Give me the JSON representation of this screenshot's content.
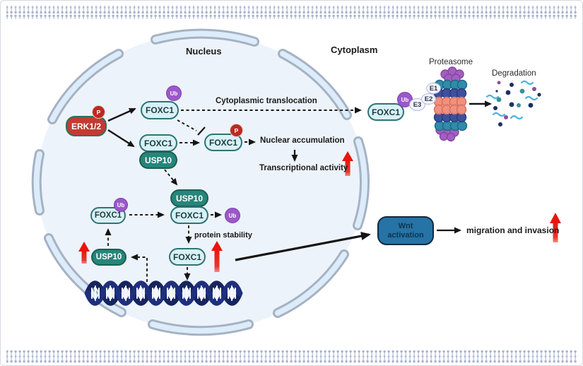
{
  "compartments": {
    "nucleus": "Nucleus",
    "cytoplasm": "Cytoplasm"
  },
  "process_labels": {
    "cytoplasmic_translocation": "Cytoplasmic translocation",
    "nuclear_accumulation": "Nuclear accumulation",
    "transcriptional_activity": "Transcriptional activity",
    "protein_stability": "protein stability",
    "migration_and_invasion": "migration and invasion",
    "proteasome": "Proteasome",
    "degradation": "Degradation"
  },
  "molecules": {
    "erk": "ERK1/2",
    "foxc1": "FOXC1",
    "usp10": "USP10",
    "ub": "Ub",
    "phospho": "P",
    "e1": "E1",
    "e2": "E2",
    "e3": "E3",
    "wnt_line1": "Wnt",
    "wnt_line2": "activation"
  },
  "colors": {
    "foxc1_fill": "#d9f0f7",
    "foxc1_border": "#2e7474",
    "usp10_fill": "#27857a",
    "erk_fill": "#c33b32",
    "ub_fill": "#9b58c9",
    "phospho_fill": "#b92b20",
    "wnt_fill": "#2673a5",
    "red_arrow": "#e8150c",
    "dna": "#1c2d74",
    "membrane": "#a8b3cf",
    "nucleus_fill": "#edf3fa",
    "envelope": "#a6b2c2"
  }
}
